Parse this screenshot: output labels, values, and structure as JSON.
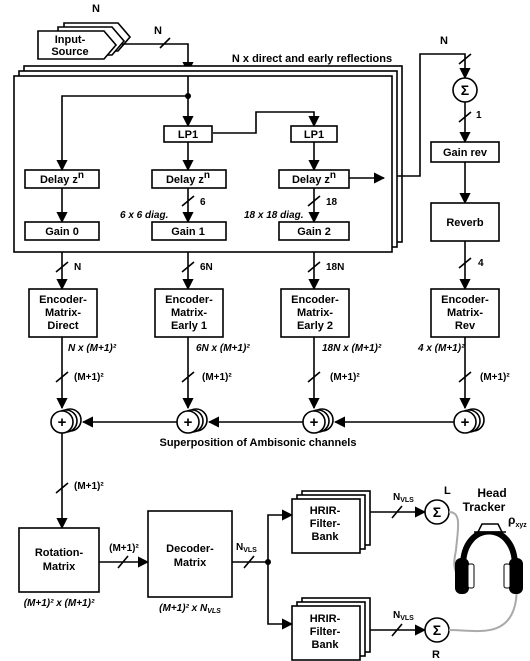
{
  "input": {
    "l1": "Input-",
    "l2": "Source",
    "n_top": "N",
    "n_line": "N"
  },
  "stack_title": "N x direct and early reflections",
  "lp1": "LP1",
  "delay": {
    "base": "Delay z",
    "exp": "n"
  },
  "gains": [
    "Gain 0",
    "Gain 1",
    "Gain 2"
  ],
  "diag": [
    "6 x 6 diag.",
    "18 x 18 diag."
  ],
  "stream_counts": {
    "d1": "6",
    "d2": "18",
    "c0": "N",
    "c1": "6N",
    "c2": "18N",
    "rev_in": "N",
    "sum_out": "1",
    "rev_out": "4"
  },
  "reverb_chain": {
    "gain_rev": "Gain rev",
    "reverb": "Reverb"
  },
  "encoders": [
    {
      "l1": "Encoder-",
      "l2": "Matrix-",
      "l3": "Direct",
      "dim": "N x (M+1)²"
    },
    {
      "l1": "Encoder-",
      "l2": "Matrix-",
      "l3": "Early 1",
      "dim": "6N x (M+1)²"
    },
    {
      "l1": "Encoder-",
      "l2": "Matrix-",
      "l3": "Early 2",
      "dim": "18N x (M+1)²"
    },
    {
      "l1": "Encoder-",
      "l2": "Matrix-",
      "l3": "Rev",
      "dim": "4 x (M+1)²"
    }
  ],
  "ch": "(M+1)²",
  "superposition": "Superposition of Ambisonic channels",
  "rotation": {
    "l1": "Rotation-",
    "l2": "Matrix",
    "dim": "(M+1)² x (M+1)²"
  },
  "decoder": {
    "l1": "Decoder-",
    "l2": "Matrix",
    "dim": "(M+1)² x N",
    "dim_sub": "VLS"
  },
  "nvls": {
    "n": "N",
    "sub": "VLS"
  },
  "hrir": {
    "l1": "HRIR-",
    "l2": "Filter-",
    "l3": "Bank"
  },
  "sym": {
    "plus": "+",
    "sum": "Σ"
  },
  "ears": {
    "left": "L",
    "right": "R"
  },
  "tracker": {
    "l1": "Head",
    "l2": "Tracker",
    "rho": "ρ",
    "rho_sub": "xyz"
  }
}
